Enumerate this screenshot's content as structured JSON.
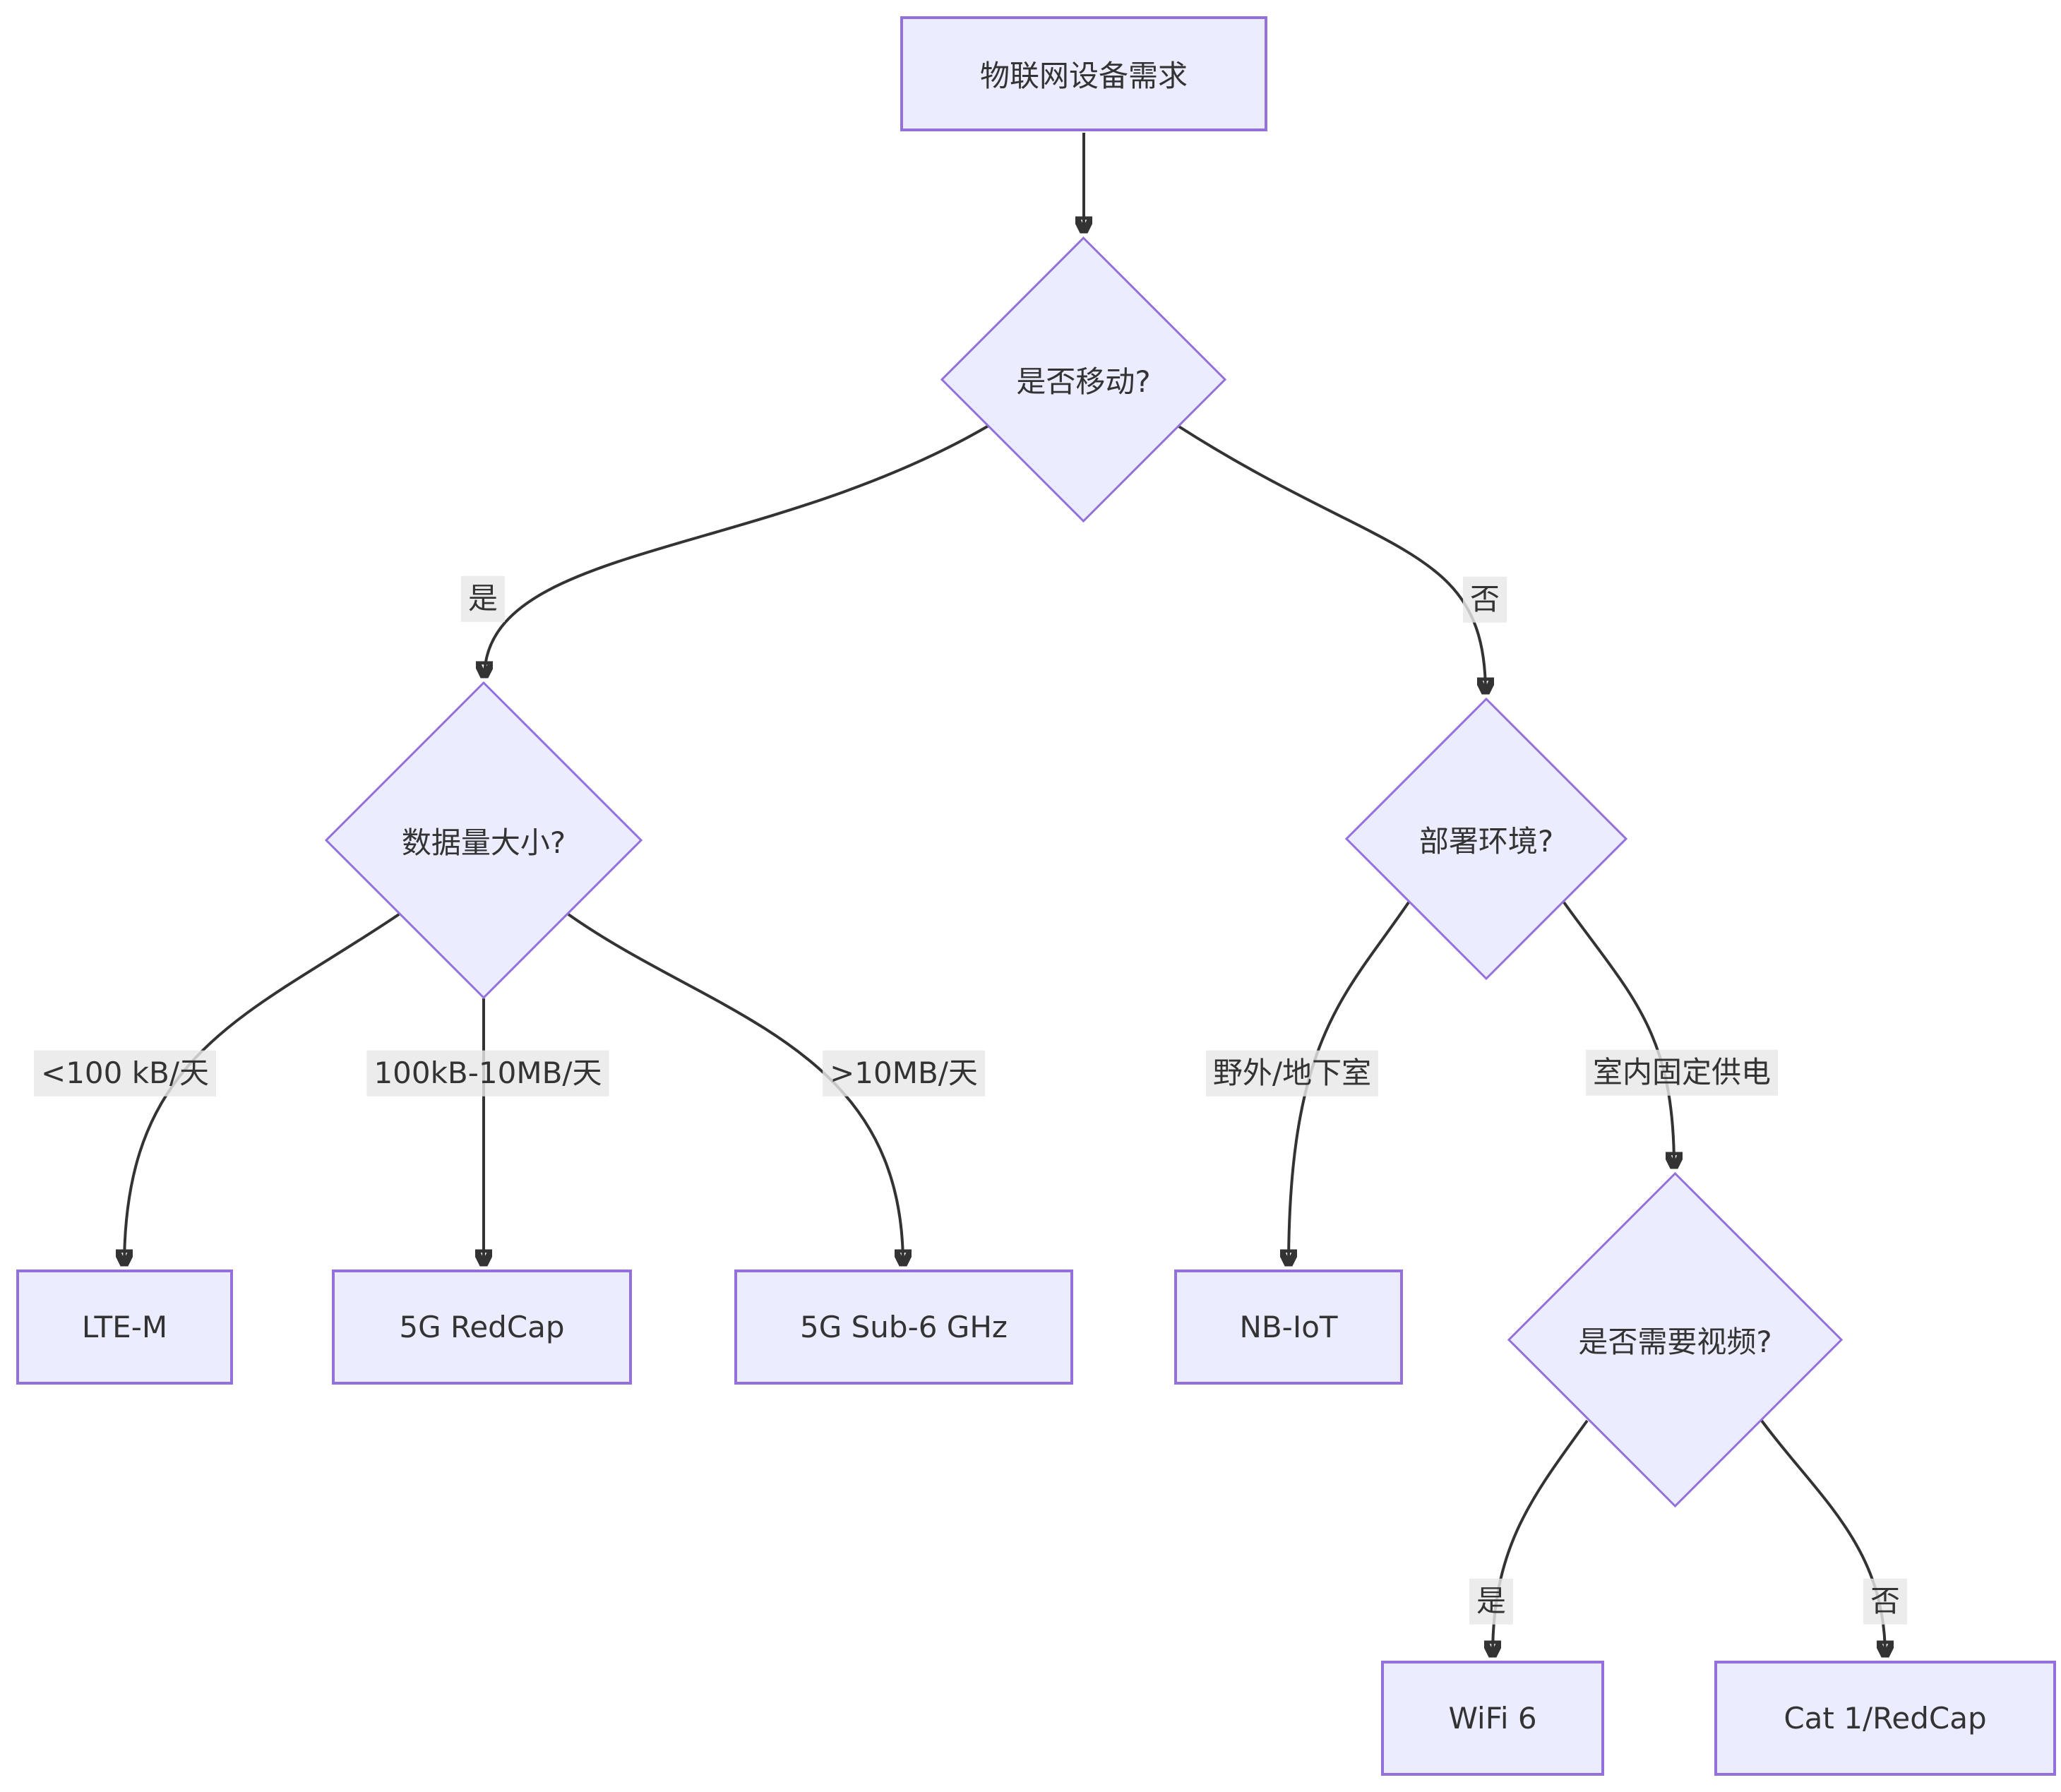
{
  "diagram": {
    "title": "IoT connectivity decision flowchart",
    "colors": {
      "node_fill": "#ECECFF",
      "node_border": "#9370DB",
      "edge_stroke": "#333333",
      "edge_label_bg": "#e8e8e8",
      "text": "#333333"
    },
    "nodes": {
      "root": {
        "label": "物联网设备需求",
        "shape": "rect"
      },
      "mobile": {
        "label": "是否移动?",
        "shape": "diamond"
      },
      "datasize": {
        "label": "数据量大小?",
        "shape": "diamond"
      },
      "environment": {
        "label": "部署环境?",
        "shape": "diamond"
      },
      "video": {
        "label": "是否需要视频?",
        "shape": "diamond"
      },
      "lte_m": {
        "label": "LTE-M",
        "shape": "rect"
      },
      "redcap": {
        "label": "5G RedCap",
        "shape": "rect"
      },
      "sub6": {
        "label": "5G Sub-6 GHz",
        "shape": "rect"
      },
      "nbiot": {
        "label": "NB-IoT",
        "shape": "rect"
      },
      "wifi6": {
        "label": "WiFi 6",
        "shape": "rect"
      },
      "cat1": {
        "label": "Cat 1/RedCap",
        "shape": "rect"
      }
    },
    "edges": {
      "root_to_mobile": {
        "label": ""
      },
      "mobile_yes": {
        "label": "是"
      },
      "mobile_no": {
        "label": "否"
      },
      "data_lt100": {
        "label": "<100 kB/天"
      },
      "data_mid": {
        "label": "100kB-10MB/天"
      },
      "data_gt10": {
        "label": ">10MB/天"
      },
      "env_outdoor": {
        "label": "野外/地下室"
      },
      "env_indoor": {
        "label": "室内固定供电"
      },
      "video_yes": {
        "label": "是"
      },
      "video_no": {
        "label": "否"
      }
    }
  }
}
